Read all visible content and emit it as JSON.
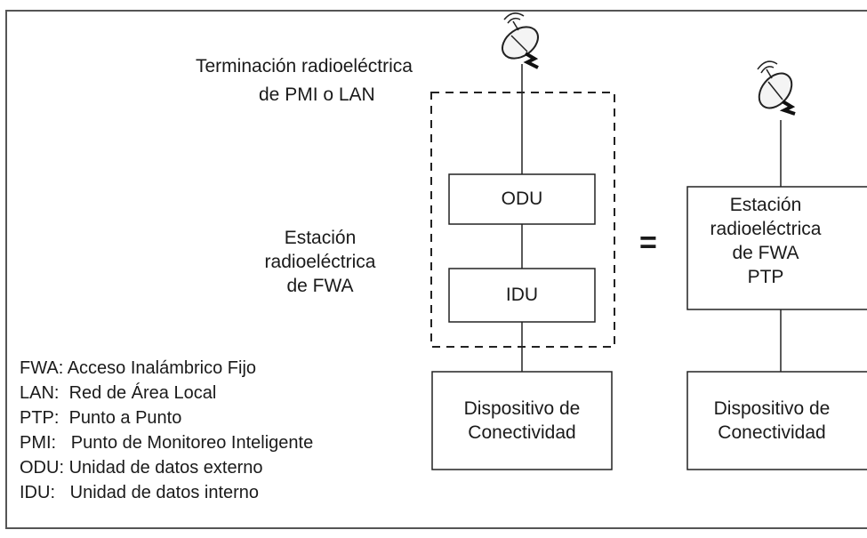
{
  "labels": {
    "termination_line1": "Terminación radioeléctrica",
    "termination_line2": "de PMI o LAN",
    "station_left_line1": "Estación",
    "station_left_line2": "radioeléctrica",
    "station_left_line3": "de FWA",
    "equals": "="
  },
  "boxes": {
    "odu": "ODU",
    "idu": "IDU",
    "device_left_line1": "Dispositivo de",
    "device_left_line2": "Conectividad",
    "station_right_line1": "Estación",
    "station_right_line2": "radioeléctrica",
    "station_right_line3": "de FWA",
    "station_right_line4": "PTP",
    "device_right_line1": "Dispositivo de",
    "device_right_line2": "Conectividad"
  },
  "legend": [
    {
      "abbr": "FWA:",
      "text": "Acceso Inalámbrico Fijo"
    },
    {
      "abbr": "LAN:",
      "text": "Red de Área Local"
    },
    {
      "abbr": "PTP:",
      "text": "Punto a Punto"
    },
    {
      "abbr": "PMI:",
      "text": "Punto de Monitoreo Inteligente"
    },
    {
      "abbr": "ODU:",
      "text": "Unidad de datos externo"
    },
    {
      "abbr": "IDU:",
      "text": "Unidad de datos interno"
    }
  ],
  "icons": [
    "satellite-dish-icon",
    "satellite-dish-icon"
  ]
}
